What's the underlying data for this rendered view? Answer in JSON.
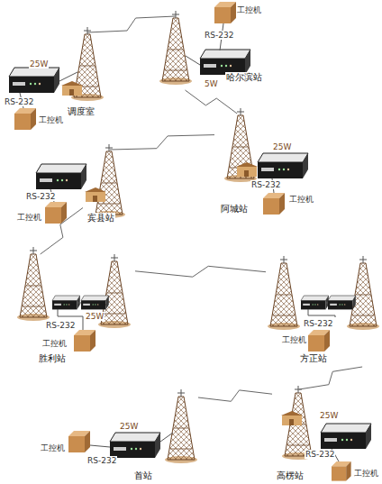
{
  "diagram": {
    "nodes": [
      {
        "text": [
          "哈尔滨站"
        ]
      },
      {
        "text": [
          "调度室"
        ]
      },
      {
        "text": [
          "阿城站"
        ]
      },
      {
        "text": [
          "宾县站"
        ]
      },
      {
        "text": [
          "胜利站"
        ]
      },
      {
        "text": [
          "方正站"
        ]
      },
      {
        "text": [
          "首站"
        ]
      },
      {
        "text": [
          "高楞站"
        ]
      }
    ],
    "edges": [
      {
        "from": 1,
        "to": 0,
        "arrow": "none"
      },
      {
        "from": 0,
        "to": 2,
        "arrow": "none"
      },
      {
        "from": 2,
        "to": 3,
        "arrow": "none"
      },
      {
        "from": 3,
        "to": 4,
        "arrow": "none"
      },
      {
        "from": 4,
        "to": 5,
        "arrow": "none"
      },
      {
        "from": 5,
        "to": 7,
        "arrow": "none"
      },
      {
        "from": 7,
        "to": 6,
        "arrow": "none"
      }
    ],
    "labels": [
      "工控机",
      "RS-232",
      "25W",
      "5W",
      "RS-232",
      "工控机",
      "25W",
      "RS-232",
      "RS-232",
      "工控机",
      "工控机",
      "25W",
      "RS-232",
      "RS-232",
      "工控机",
      "工控机",
      "25W",
      "25W",
      "工控机",
      "RS-232",
      "RS-232",
      "工控机"
    ]
  }
}
